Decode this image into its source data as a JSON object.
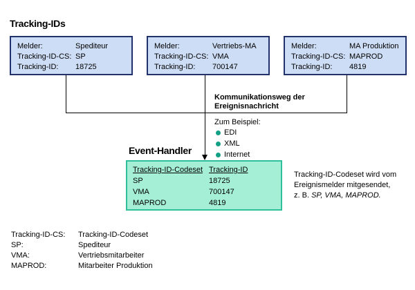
{
  "headings": {
    "tracking_ids": "Tracking-IDs",
    "event_handler": "Event-Handler"
  },
  "id_boxes": [
    {
      "rows": [
        {
          "key": "Melder:",
          "value": "Spediteur"
        },
        {
          "key": "Tracking-ID-CS:",
          "value": "SP"
        },
        {
          "key": "Tracking-ID:",
          "value": "18725"
        }
      ]
    },
    {
      "rows": [
        {
          "key": "Melder:",
          "value": "Vertriebs-MA"
        },
        {
          "key": "Tracking-ID-CS:",
          "value": "VMA"
        },
        {
          "key": "Tracking-ID:",
          "value": "700147"
        }
      ]
    },
    {
      "rows": [
        {
          "key": "Melder:",
          "value": "MA Produktion"
        },
        {
          "key": "Tracking-ID-CS:",
          "value": "MAPROD"
        },
        {
          "key": "Tracking-ID:",
          "value": "4819"
        }
      ]
    }
  ],
  "communication": {
    "title_line1": "Kommunikationsweg der",
    "title_line2": "Ereignisnachricht",
    "example_label": "Zum Beispiel:",
    "examples": [
      "EDI",
      "XML",
      "Internet"
    ]
  },
  "event_handler_table": {
    "columns": [
      "Tracking-ID-Codeset",
      "Tracking-ID"
    ],
    "rows": [
      [
        "SP",
        "18725"
      ],
      [
        "VMA",
        "700147"
      ],
      [
        "MAPROD",
        "4819"
      ]
    ]
  },
  "note": {
    "line1": "Tracking-ID-Codeset wird vom",
    "line2": "Ereignismelder mitgesendet,",
    "line3_prefix": "z. B. ",
    "line3_italic": "SP, VMA, MAPROD."
  },
  "legend": [
    {
      "term": "Tracking-ID-CS:",
      "definition": "Tracking-ID-Codeset"
    },
    {
      "term": "SP:",
      "definition": "Spediteur"
    },
    {
      "term": "VMA:",
      "definition": "Vertriebsmitarbeiter"
    },
    {
      "term": "MAPROD:",
      "definition": "Mitarbeiter Produktion"
    }
  ],
  "colors": {
    "box_fill": "#cdddf5",
    "box_border": "#21316b",
    "table_fill": "#a5efd7",
    "table_border": "#2fbf9a",
    "bullet": "#14a085",
    "line": "#000000"
  }
}
